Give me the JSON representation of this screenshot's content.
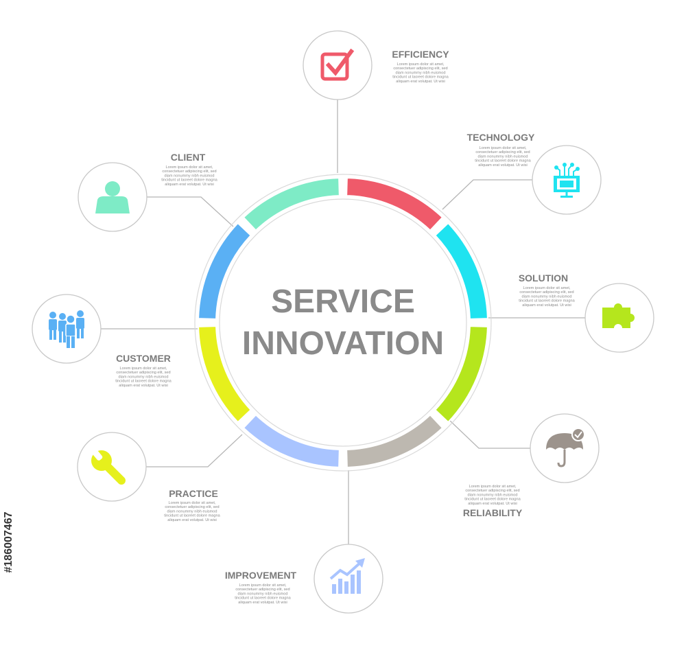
{
  "center": {
    "title_line1": "SERVICE",
    "title_line2": "INNOVATION"
  },
  "nodes": [
    {
      "id": "efficiency",
      "label": "EFFICIENCY",
      "icon": "checkbox-icon",
      "color": "#ef5a6a",
      "desc": [
        "Lorem ipsum dolor sit amet,",
        "consectetuer adipiscing elit, sed",
        "diam nonummy nibh euismod",
        "tincidunt ut laoreet dolore magna",
        "aliquam erat volutpat. Ut wisi"
      ]
    },
    {
      "id": "technology",
      "label": "TECHNOLOGY",
      "icon": "monitor-network-icon",
      "color": "#1fe3f0",
      "desc": [
        "Lorem ipsum dolor sit amet,",
        "consectetuer adipiscing elit, sed",
        "diam nonummy nibh euismod",
        "tincidunt ut laoreet dolore magna",
        "aliquam erat volutpat. Ut wisi"
      ]
    },
    {
      "id": "solution",
      "label": "SOLUTION",
      "icon": "puzzle-piece-icon",
      "color": "#b5e61d",
      "desc": [
        "Lorem ipsum dolor sit amet,",
        "consectetuer adipiscing elit, sed",
        "diam nonummy nibh euismod",
        "tincidunt ut laoreet dolore magna",
        "aliquam erat volutpat. Ut wisi"
      ]
    },
    {
      "id": "reliability",
      "label": "RELIABILITY",
      "icon": "umbrella-check-icon",
      "color": "#bdb8b0",
      "desc": [
        "Lorem ipsum dolor sit amet,",
        "consectetuer adipiscing elit, sed",
        "diam nonummy nibh euismod",
        "tincidunt ut laoreet dolore magna",
        "aliquam erat volutpat. Ut wisi"
      ]
    },
    {
      "id": "improvement",
      "label": "IMPROVEMENT",
      "icon": "growth-chart-icon",
      "color": "#a9c4ff",
      "desc": [
        "Lorem ipsum dolor sit amet,",
        "consectetuer adipiscing elit, sed",
        "diam nonummy nibh euismod",
        "tincidunt ut laoreet dolore magna",
        "aliquam erat volutpat. Ut wisi"
      ]
    },
    {
      "id": "practice",
      "label": "PRACTICE",
      "icon": "wrench-icon",
      "color": "#e6f01c",
      "desc": [
        "Lorem ipsum dolor sit amet,",
        "consectetuer adipiscing elit, sed",
        "diam nonummy nibh euismod",
        "tincidunt ut laoreet dolore magna",
        "aliquam erat volutpat. Ut wisi"
      ]
    },
    {
      "id": "customer",
      "label": "CUSTOMER",
      "icon": "people-group-icon",
      "color": "#5ab0f4",
      "desc": [
        "Lorem ipsum dolor sit amet,",
        "consectetuer adipiscing elit, sed",
        "diam nonummy nibh euismod",
        "tincidunt ut laoreet dolore magna",
        "aliquam erat volutpat. Ut wisi"
      ]
    },
    {
      "id": "client",
      "label": "CLIENT",
      "icon": "person-icon",
      "color": "#7eebc6",
      "desc": [
        "Lorem ipsum dolor sit amet,",
        "consectetuer adipiscing elit, sed",
        "diam nonummy nibh euismod",
        "tincidunt ut laoreet dolore magna",
        "aliquam erat volutpat. Ut wisi"
      ]
    }
  ],
  "stock_id": "#186007467"
}
